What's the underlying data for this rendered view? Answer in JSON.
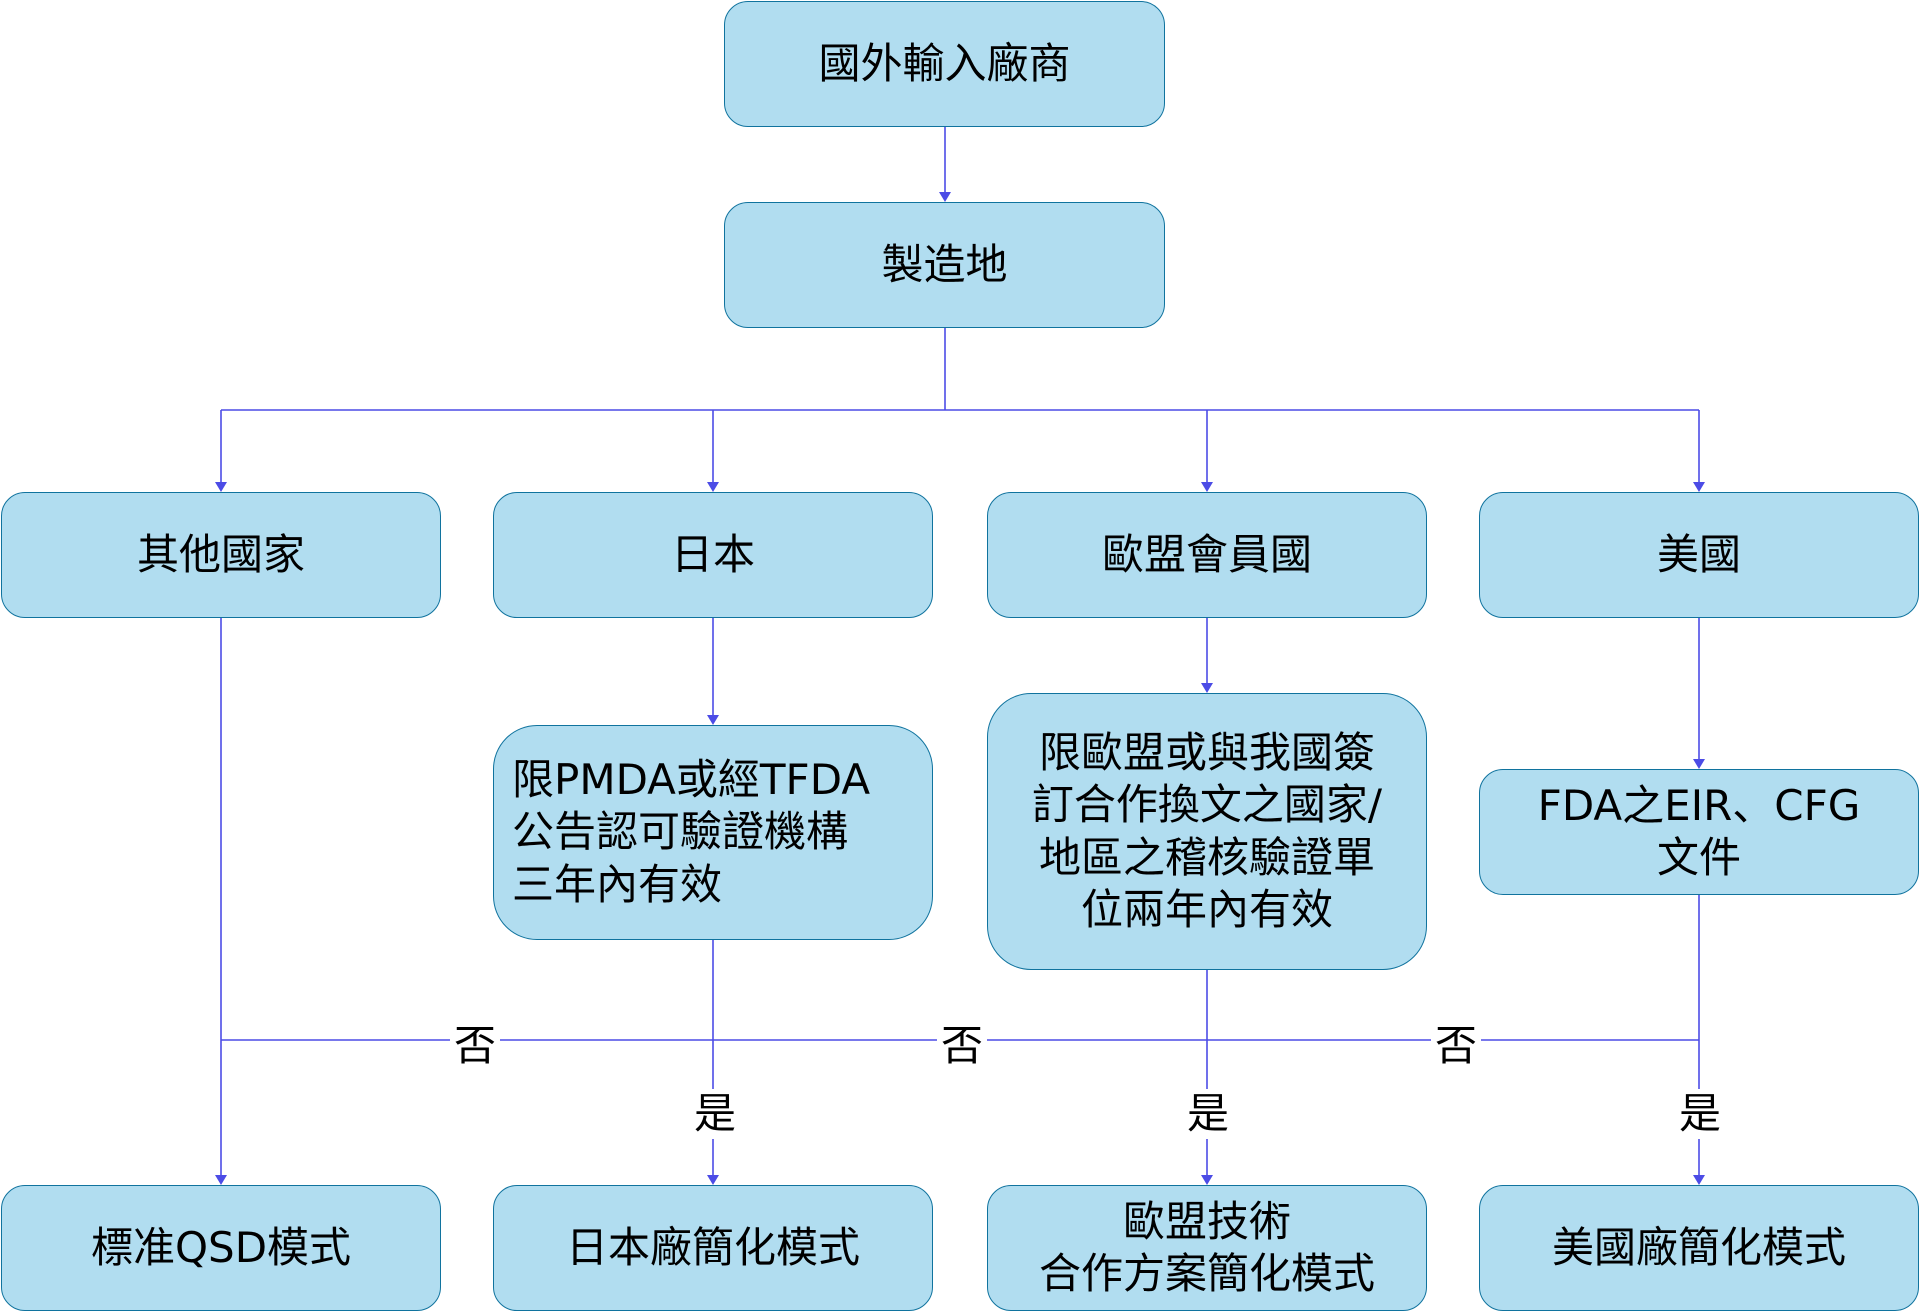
{
  "diagram": {
    "type": "flowchart",
    "colors": {
      "node_fill": "#b1ddf0",
      "node_border": "#10739e",
      "connector": "#4c4ce6",
      "text": "#000000"
    },
    "nodes": {
      "start": "國外輸入廠商",
      "origin": "製造地",
      "branches": {
        "other": "其他國家",
        "japan": "日本",
        "eu": "歐盟會員國",
        "usa": "美國"
      },
      "conditions": {
        "japan": "限PMDA或經TFDA\n公告認可驗證機構\n三年內有效",
        "eu": "限歐盟或與我國簽\n訂合作換文之國家/\n地區之稽核驗證單\n位兩年內有效",
        "usa": "FDA之EIR、CFG\n文件"
      },
      "outcomes": {
        "standard": "標准QSD模式",
        "japan": "日本廠簡化模式",
        "eu": "歐盟技術\n合作方案簡化模式",
        "usa": "美國廠簡化模式"
      }
    },
    "edge_labels": {
      "no": "否",
      "yes": "是"
    },
    "edges": [
      {
        "from": "start",
        "to": "origin"
      },
      {
        "from": "origin",
        "to": "other"
      },
      {
        "from": "origin",
        "to": "japan"
      },
      {
        "from": "origin",
        "to": "eu"
      },
      {
        "from": "origin",
        "to": "usa"
      },
      {
        "from": "other",
        "to": "standard"
      },
      {
        "from": "japan",
        "to": "japan-condition"
      },
      {
        "from": "eu",
        "to": "eu-condition"
      },
      {
        "from": "usa",
        "to": "usa-condition"
      },
      {
        "from": "japan-condition",
        "to": "japan-outcome",
        "label": "是"
      },
      {
        "from": "eu-condition",
        "to": "eu-outcome",
        "label": "是"
      },
      {
        "from": "usa-condition",
        "to": "usa-outcome",
        "label": "是"
      },
      {
        "from": "japan-condition",
        "to": "standard",
        "label": "否"
      },
      {
        "from": "eu-condition",
        "to": "standard",
        "label": "否"
      },
      {
        "from": "usa-condition",
        "to": "standard",
        "label": "否"
      }
    ]
  }
}
